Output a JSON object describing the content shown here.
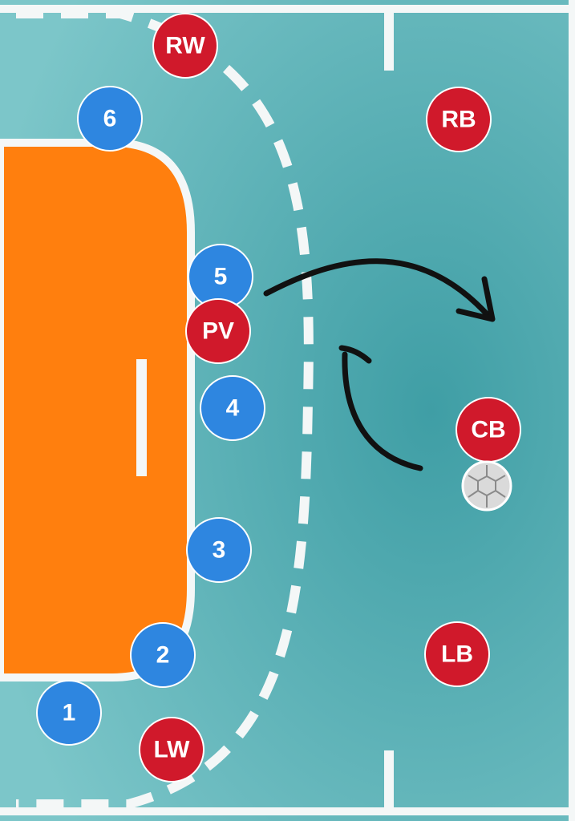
{
  "colors": {
    "court_light": "#7cc6c9",
    "court_dark": "#3f9ea5",
    "goal_area": "#ff7f0e",
    "lines": "#f4f7f7",
    "defender": "#2e86e0",
    "attacker": "#d0192b",
    "arrow": "#111111",
    "ball": "#d9d9d9"
  },
  "defenders": [
    {
      "id": "1",
      "label": "1"
    },
    {
      "id": "2",
      "label": "2"
    },
    {
      "id": "3",
      "label": "3"
    },
    {
      "id": "4",
      "label": "4"
    },
    {
      "id": "5",
      "label": "5"
    },
    {
      "id": "6",
      "label": "6"
    }
  ],
  "attackers": [
    {
      "id": "rw",
      "label": "RW"
    },
    {
      "id": "rb",
      "label": "RB"
    },
    {
      "id": "pv",
      "label": "PV"
    },
    {
      "id": "cb",
      "label": "CB"
    },
    {
      "id": "lb",
      "label": "LB"
    },
    {
      "id": "lw",
      "label": "LW"
    }
  ],
  "ball": {
    "icon": "handball-icon",
    "holder": "CB"
  },
  "arrows": [
    {
      "icon": "curved-arrow-icon",
      "from": "PV",
      "direction": "to the right"
    },
    {
      "icon": "curved-arrow-icon",
      "from": "CB",
      "direction": "up-left"
    }
  ]
}
